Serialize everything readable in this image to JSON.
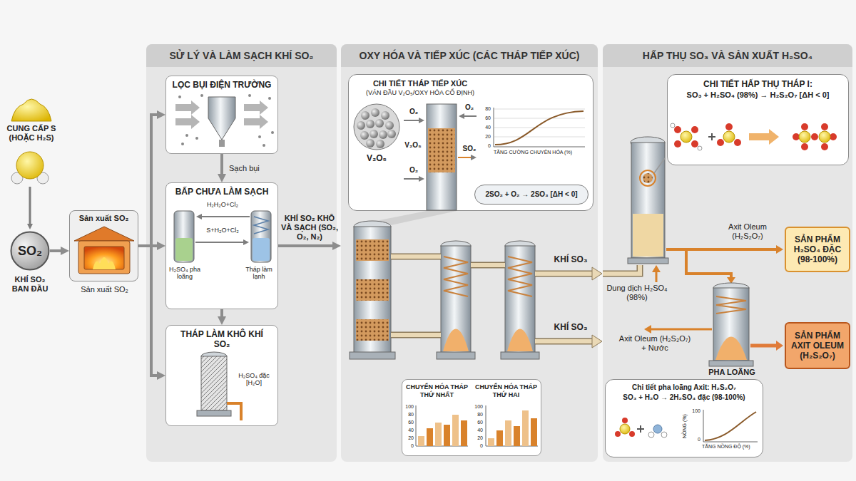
{
  "diagram": {
    "nodes": [
      {
        "text": [
          "SO₂",
          "KHÍ SO₂ BAN ĐẦU"
        ]
      },
      {
        "text": [
          "Sản xuất SO₂",
          "Sản xuất SO₂"
        ]
      },
      {
        "text": [
          "SỬ LÝ VÀ LÀM SẠCH KHÍ SO₂"
        ]
      },
      {
        "text": [
          "LỌC BỤI ĐIỆN TRƯỜNG"
        ],
        "in": 2
      },
      {
        "text": [
          "BẤP CHƯA LÀM SẠCH"
        ],
        "in": 2
      },
      {
        "text": [
          "THÁP LÀM KHÔ KHÍ SO₂"
        ],
        "in": 2
      },
      {
        "text": [
          "OXY HÓA VÀ TIẾP XÚC (CÁC THÁP TIẾP XÚC)"
        ]
      },
      {
        "text": [
          "CHI TIẾT THÁP TIẾP XÚC",
          "(VÁN ĐẦU V₂O₅/OXY HÓA CỐ ĐỊNH)"
        ],
        "in": 6
      },
      {
        "text": [
          "2SO₂ + O₂ → 2SO₃ [ΔH < 0]"
        ],
        "in": 7
      },
      {
        "text": [
          "CHUYỂN HÓA THÁP THỨ NHẤT",
          "CHUYỂN HÓA THÁP THỨ HAI"
        ],
        "in": 6
      },
      {
        "text": [
          "HẤP THỤ SO₃ VÀ SẢN XUẤT H₂SO₄"
        ]
      },
      {
        "text": [
          "CHI TIẾT HẤP THỤ THÁP I:",
          "SO₃ + H₂SO₄ (98%) → H₂S₂O₇ [ΔH < 0]"
        ],
        "in": 10
      },
      {
        "text": [
          "SẢN PHẨM H₂SO₄ ĐẶC (98-100%)"
        ],
        "in": 10
      },
      {
        "text": [
          "SẢN PHẨM AXIT OLEUM (H₂S₂O₇)"
        ],
        "in": 10
      },
      {
        "text": [
          "Chi tiết pha loãng Axit: H₂S₂O₇",
          "SO₃ + H₂O → 2H₂SO₄ đặc (98-100%)"
        ],
        "in": 10
      }
    ],
    "edges": [
      {
        "from": 0,
        "to": 1,
        "arrow": "to"
      },
      {
        "from": 1,
        "to": 3,
        "arrow": "to"
      },
      {
        "from": 1,
        "to": 4,
        "arrow": "to"
      },
      {
        "from": 1,
        "to": 5,
        "arrow": "to"
      },
      {
        "from": 3,
        "to": 4,
        "arrow": "to",
        "label": "Sạch bụi"
      },
      {
        "from": 4,
        "to": 5,
        "arrow": "to"
      },
      {
        "from": 4,
        "to": 6,
        "arrow": "to",
        "label": "KHÍ SO₂ KHÔ VÀ SẠCH (SO₂, O₂, N₂)"
      }
    ],
    "labels": [
      "CUNG CẤP S (HOẶC H₂S)",
      "H₂H₂O+Cl₂",
      "S+H₂O+Cl₂",
      "H₂SO₄ pha loãng",
      "Tháp làm lạnh",
      "H₂SO₄ đặc [H₂O]",
      "O₂",
      "V₂O₅",
      "O₂",
      "O₂",
      "SO₂",
      "V₂O₅",
      "80",
      "60",
      "40",
      "20",
      "0",
      "TĂNG CƯỜNG CHUYỂN HÓA (%)",
      "KHÍ SO₃",
      "KHÍ SO₃",
      "100",
      "80",
      "60",
      "40",
      "20",
      "0",
      "100",
      "80",
      "60",
      "40",
      "20",
      "0",
      "Dung dịch H₂SO₄ (98%)",
      "Axit Oleum (H₂S₂O₇)",
      "Axit Oleum (H₂S₂O₇) + Nước",
      "PHA LOÃNG",
      "100",
      "0",
      "NỒNG (%)",
      "TĂNG NỒNG ĐỘ (%)"
    ]
  }
}
